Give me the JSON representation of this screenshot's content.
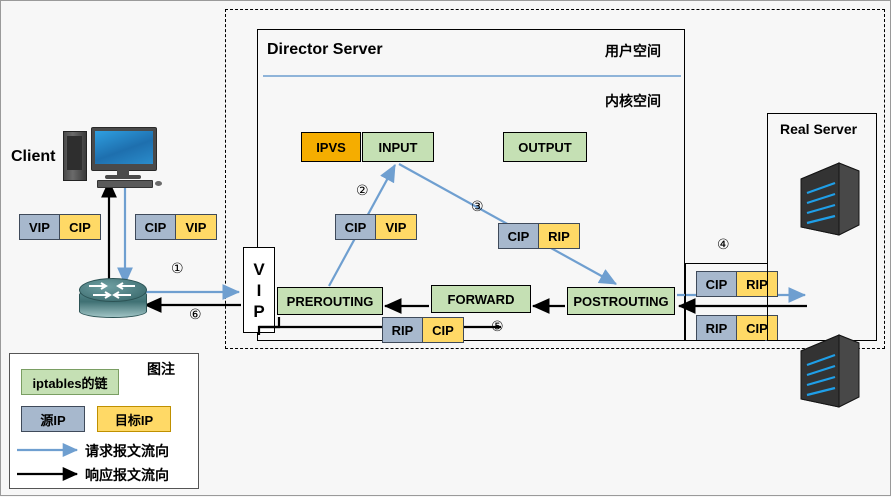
{
  "diagram": {
    "title_director": "Director Server",
    "label_user_space": "用户空间",
    "label_kernel_space": "内核空间",
    "label_client": "Client",
    "label_real_server": "Real Server",
    "vip_box": {
      "l1": "V",
      "l2": "I",
      "l3": "P"
    }
  },
  "chains": {
    "ipvs": "IPVS",
    "input": "INPUT",
    "output": "OUTPUT",
    "prerouting": "PREROUTING",
    "forward": "FORWARD",
    "postrouting": "POSTROUTING"
  },
  "packets": {
    "client_resp": {
      "src": "VIP",
      "dst": "CIP"
    },
    "client_req": {
      "src": "CIP",
      "dst": "VIP"
    },
    "step2": {
      "src": "CIP",
      "dst": "VIP"
    },
    "step3": {
      "src": "CIP",
      "dst": "RIP"
    },
    "step5": {
      "src": "RIP",
      "dst": "CIP"
    },
    "rs_in": {
      "src": "CIP",
      "dst": "RIP"
    },
    "rs_out": {
      "src": "RIP",
      "dst": "CIP"
    }
  },
  "steps": {
    "s1": "①",
    "s2": "②",
    "s3": "③",
    "s4": "④",
    "s5": "⑤",
    "s6": "⑥"
  },
  "legend": {
    "title": "图注",
    "chain_item": "iptables的链",
    "src_item": "源IP",
    "dst_item": "目标IP",
    "request_flow": "请求报文流向",
    "response_flow": "响应报文流向"
  },
  "colors": {
    "chain_green": "#c5e0b4",
    "ipvs_orange": "#f5ad00",
    "src_gray": "#a7b8cd",
    "dst_yellow": "#ffd966",
    "request_blue": "#6f9fd0",
    "response_black": "#000000"
  }
}
